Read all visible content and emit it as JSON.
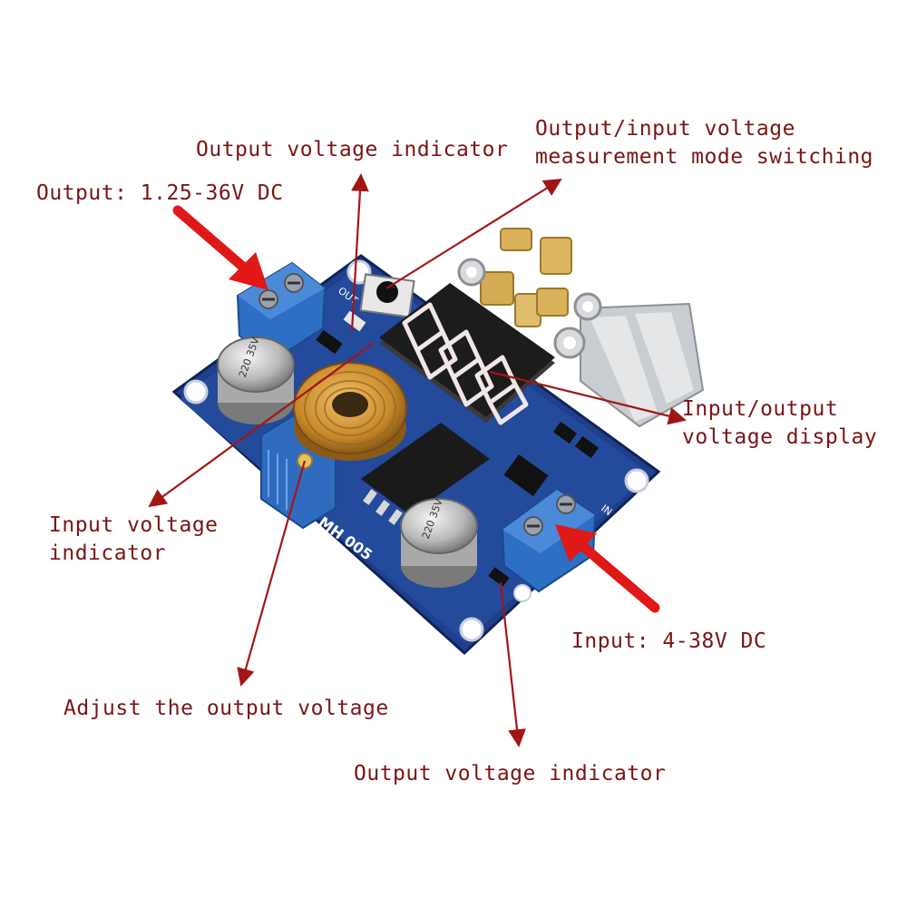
{
  "labels": {
    "output_voltage_indicator_top": "Output voltage indicator",
    "mode_switching_line1": "Output/input voltage",
    "mode_switching_line2": "measurement mode switching",
    "output_range": "Output: 1.25-36V DC",
    "display_line1": "Input/output",
    "display_line2": "voltage display",
    "input_indicator_line1": "Input voltage",
    "input_indicator_line2": "indicator",
    "input_range": "Input: 4-38V DC",
    "adjust": "Adjust the output voltage",
    "output_voltage_indicator_bottom": "Output voltage indicator"
  },
  "board_text": {
    "out_silk": "OUT",
    "in_silk": "IN",
    "board_model": "MH 005",
    "cap_marking_1": "220 35V",
    "cap_marking_2": "220 35V"
  },
  "colors": {
    "annotation_text": "#7a1515",
    "arrow_thin": "#a31515",
    "arrow_big": "#e01818",
    "pcb_blue": "#1d3f8f",
    "terminal_blue": "#2d6fc4",
    "display_red": "#e02020",
    "toroid_copper": "#c98a2a"
  }
}
